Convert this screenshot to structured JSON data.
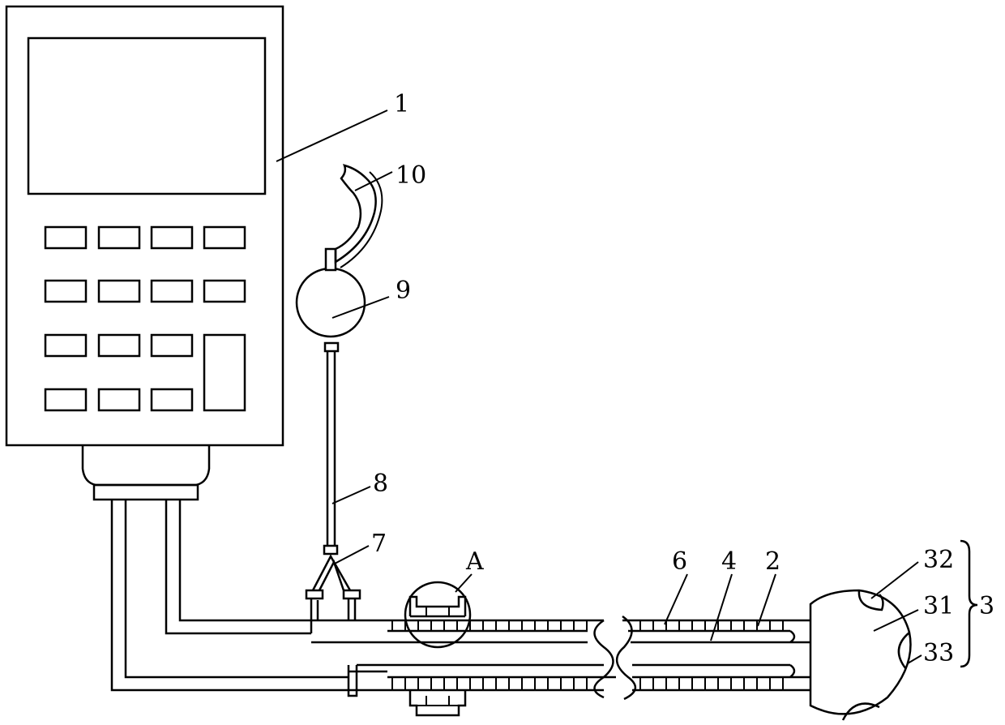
{
  "labels": {
    "device": "1",
    "tube": "2",
    "tip_group": "3",
    "inner_line": "4",
    "sleeve": "6",
    "y_connector": "7",
    "branch_tube": "8",
    "bulb": "9",
    "hook": "10",
    "detail_A": "A",
    "tip_body": "31",
    "tip_port_upper": "32",
    "tip_port_lower": "33"
  },
  "keypad": {
    "rows": 4,
    "columns": 4,
    "tall_key": "right column spanning rows 3-4"
  }
}
